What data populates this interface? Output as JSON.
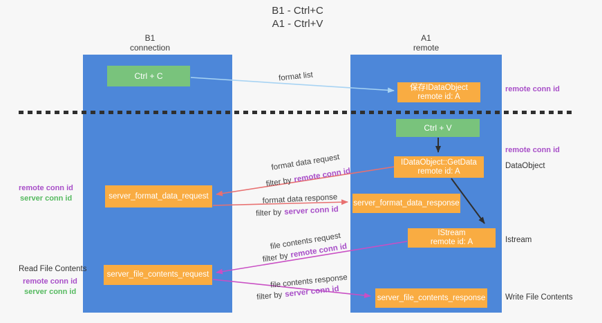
{
  "title": {
    "line1": "B1 - Ctrl+C",
    "line2": "A1 - Ctrl+V"
  },
  "lanes": {
    "left": {
      "name": "B1",
      "role": "connection"
    },
    "right": {
      "name": "A1",
      "role": "remote"
    }
  },
  "boxes": {
    "ctrl_c": {
      "label": "Ctrl + C"
    },
    "ctrl_v": {
      "label": "Ctrl + V"
    },
    "save_idataobject": {
      "line1": "保存IDataObject",
      "line2": "remote id: A"
    },
    "idataobject_getdata": {
      "line1": "IDataObject::GetData",
      "line2": "remote id: A"
    },
    "istream": {
      "line1": "IStream",
      "line2": "remote id: A"
    },
    "server_format_data_request": {
      "label": "server_format_data_request"
    },
    "server_format_data_response": {
      "label": "server_format_data_response"
    },
    "server_file_contents_request": {
      "label": "server_file_contents_request"
    },
    "server_file_contents_response": {
      "label": "server_file_contents_response"
    }
  },
  "arrows": {
    "format_list": {
      "label": "format list"
    },
    "format_data_request": {
      "label": "format data request",
      "filter_prefix": "filter by",
      "filter_key": "remote conn id"
    },
    "format_data_response": {
      "label": "format data response",
      "filter_prefix": "filter by",
      "filter_key": "server conn id"
    },
    "file_contents_request": {
      "label": "file contents request",
      "filter_prefix": "filter by",
      "filter_key": "remote conn id"
    },
    "file_contents_response": {
      "label": "file contents response",
      "filter_prefix": "filter by",
      "filter_key": "server conn id"
    }
  },
  "side_labels": {
    "right_top_remote_conn_id": "remote conn id",
    "right_mid_remote_conn_id": "remote conn id",
    "dataobject": "DataObject",
    "istream": "Istream",
    "write_file_contents": "Write File Contents",
    "left_remote_conn_id_1": "remote conn id",
    "left_server_conn_id_1": "server conn id",
    "read_file_contents": "Read File Contents",
    "left_remote_conn_id_2": "remote conn id",
    "left_server_conn_id_2": "server conn id"
  },
  "colors": {
    "lane_blue": "#4d87d9",
    "box_green": "#79c37c",
    "box_orange": "#f9ac42",
    "accent_purple": "#a84fc8",
    "accent_green": "#56ba60",
    "arrow_light_blue": "#a7d3f3",
    "arrow_salmon": "#e87070",
    "arrow_magenta": "#c94fc4",
    "arrow_black": "#2f2f2f"
  }
}
